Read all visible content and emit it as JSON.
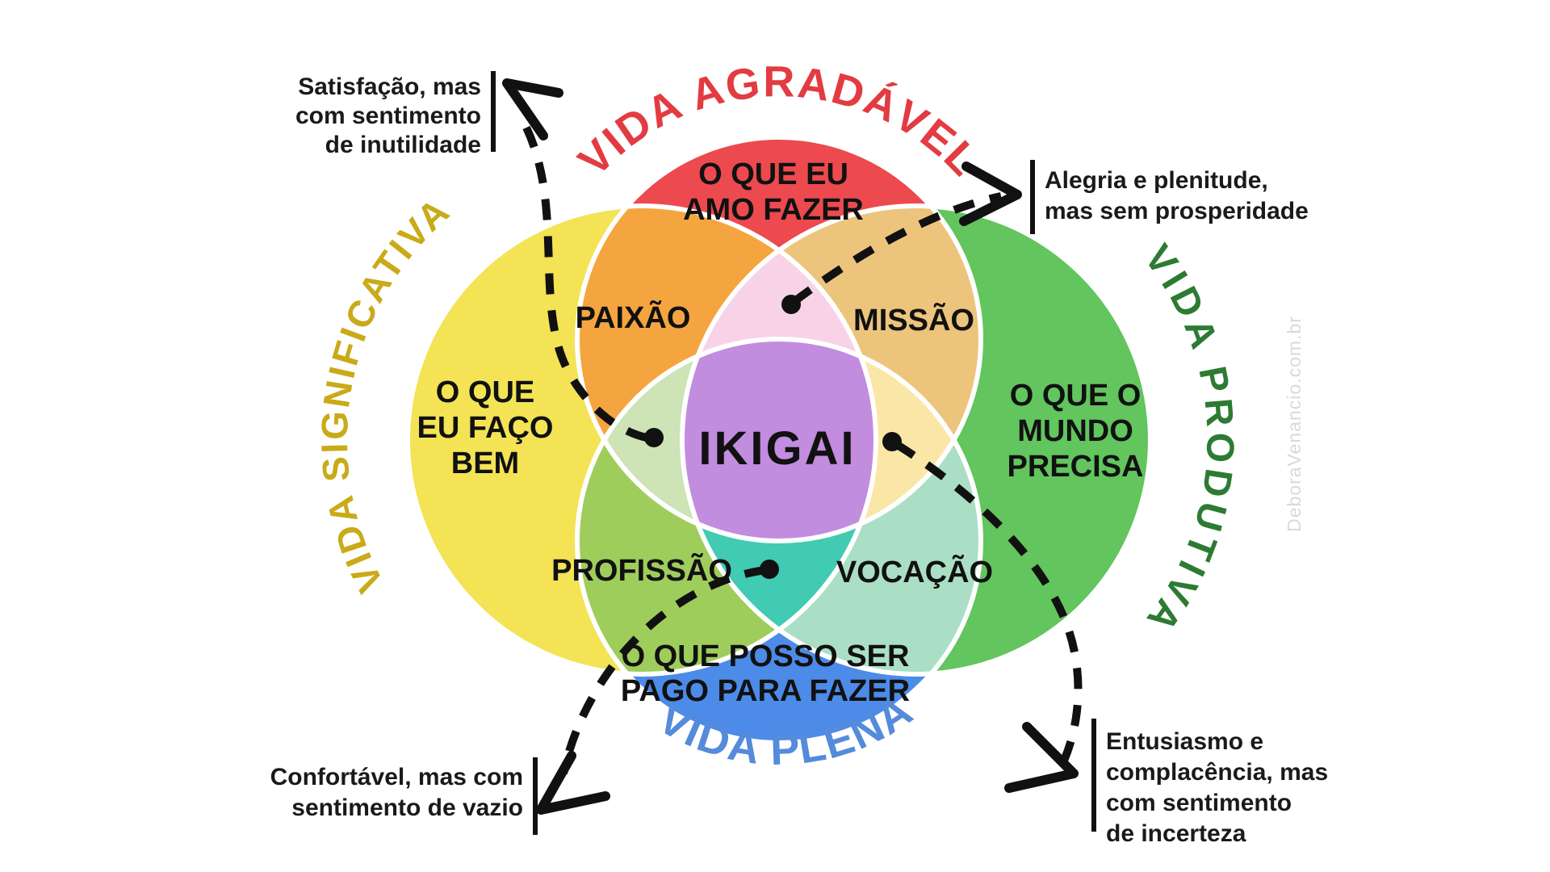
{
  "diagram": {
    "center_label": "IKIGAI",
    "watermark": "DeboraVenancio.com.br",
    "circles": {
      "top": {
        "title": "VIDA AGRADÁVEL",
        "label_lines": [
          "O QUE EU",
          "AMO FAZER"
        ],
        "fill": "#EC4A4E",
        "title_color": "#E23B41",
        "label_color": "#111111"
      },
      "left": {
        "title": "VIDA SIGNIFICATIVA",
        "label_lines": [
          "O QUE",
          "EU FAÇO",
          "BEM"
        ],
        "fill": "#F3E355",
        "title_color": "#C9AA18",
        "label_color": "#111111"
      },
      "right": {
        "title": "VIDA PRODUTIVA",
        "label_lines": [
          "O QUE O",
          "MUNDO",
          "PRECISA"
        ],
        "fill": "#62C55E",
        "title_color": "#2D7B33",
        "label_color": "#111111"
      },
      "bottom": {
        "title": "VIDA PLENA",
        "label_lines": [
          "O QUE POSSO SER",
          "PAGO PARA FAZER"
        ],
        "fill": "#4C8BE8",
        "title_color": "#548BDA",
        "label_color": "#1E2A52"
      }
    },
    "intersections": {
      "paixao": {
        "label": "PAIXÃO",
        "fill": "#F5A53F"
      },
      "missao": {
        "label": "MISSÃO",
        "fill": "#ECC47C"
      },
      "profissao": {
        "label": "PROFISSÃO",
        "fill": "#9FCD5C"
      },
      "vocacao": {
        "label": "VOCAÇÃO",
        "fill": "#AADFC5"
      },
      "petal_top_fill": "#F8D3E7",
      "petal_left_fill": "#CEE3B6",
      "petal_right_fill": "#FAE7A7",
      "petal_bottom_fill": "#40CBB2",
      "center_fill": "#C28CDF"
    },
    "callouts": {
      "top_left": {
        "lines": [
          "Satisfação, mas",
          "com sentimento",
          "de inutilidade"
        ]
      },
      "top_right": {
        "lines": [
          "Alegria e plenitude,",
          "mas sem prosperidade"
        ]
      },
      "bottom_left": {
        "lines": [
          "Confortável, mas com",
          "sentimento de vazio"
        ]
      },
      "bottom_right": {
        "lines": [
          "Entusiasmo e",
          "complacência, mas",
          "com sentimento",
          "de incerteza"
        ]
      }
    }
  }
}
